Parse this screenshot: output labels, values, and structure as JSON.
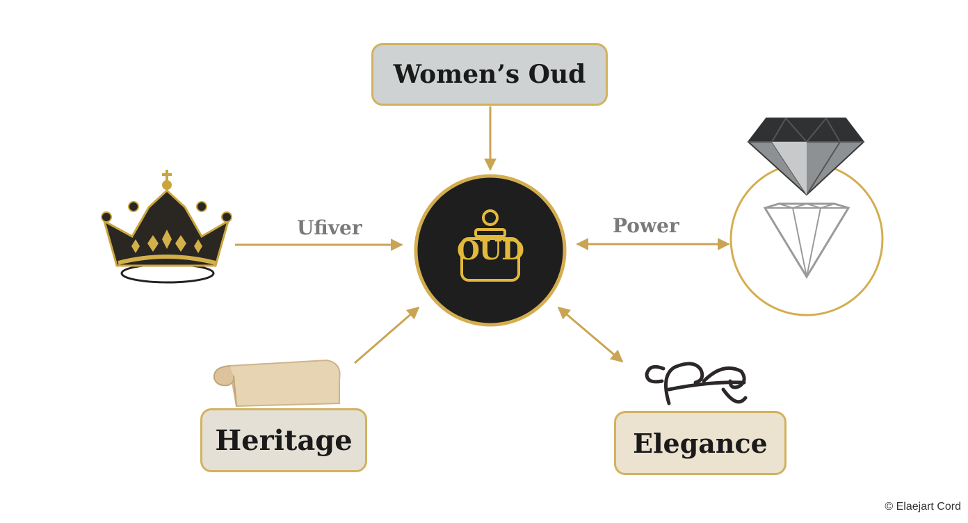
{
  "diagram": {
    "top_box": "Women’s Oud",
    "center": "OUD",
    "left_label": "Ufiver",
    "right_label": "Power",
    "bottom_left_box": "Heritage",
    "bottom_right_box": "Elegance",
    "credit": "© Elaejart Cord"
  },
  "colors": {
    "gold": "#d2b25e",
    "center_fill": "#1e1e1e",
    "accent_text": "#e3b93c",
    "top_box_fill": "#cfd2d2",
    "heritage_fill": "#e4e0d5",
    "elegance_fill": "#ebe2d0"
  },
  "icons": {
    "left": "crown-icon",
    "right": "diamond-icon",
    "bottom_left": "scroll-icon",
    "bottom_right": "flourish-icon",
    "center": "perfume-bottle-icon"
  }
}
